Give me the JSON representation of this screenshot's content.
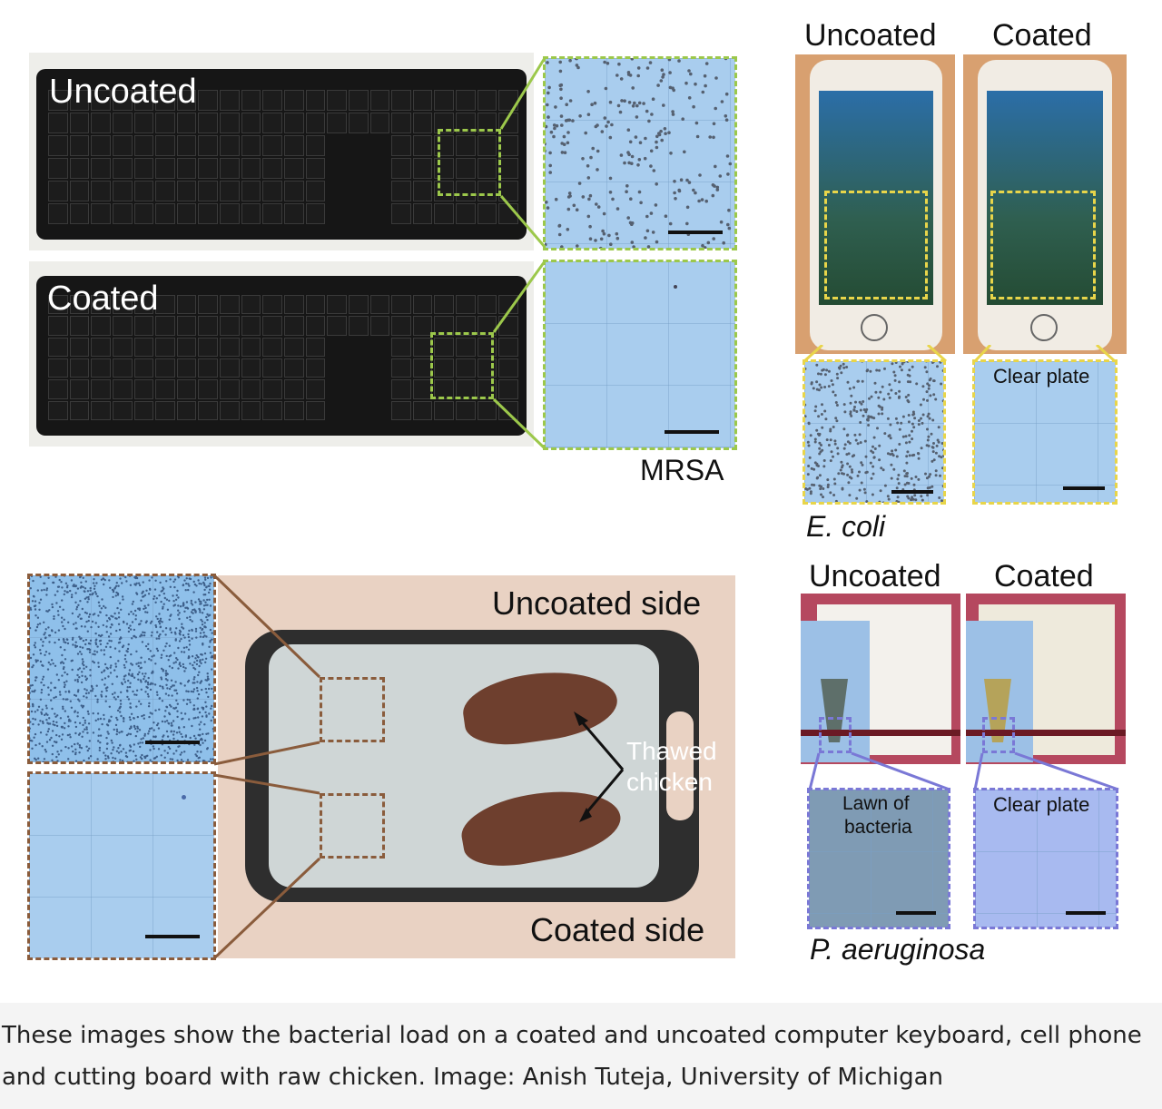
{
  "figure": {
    "keyboard_panel": {
      "uncoated_label": "Uncoated",
      "coated_label": "Coated",
      "organism_label": "MRSA"
    },
    "phone_panel": {
      "uncoated_label": "Uncoated",
      "coated_label": "Coated",
      "clear_plate_label": "Clear plate",
      "organism_label": "E. coli"
    },
    "cutting_board_panel": {
      "uncoated_side_label": "Uncoated side",
      "coated_side_label": "Coated side",
      "chicken_label_line1": "Thawed",
      "chicken_label_line2": "chicken"
    },
    "towel_panel": {
      "uncoated_label": "Uncoated",
      "coated_label": "Coated",
      "lawn_label_line1": "Lawn of",
      "lawn_label_line2": "bacteria",
      "clear_plate_label": "Clear plate",
      "organism_label": "P. aeruginosa"
    }
  },
  "caption": "These images show the bacterial load on a coated and uncoated computer keyboard, cell phone and cutting board with raw chicken. Image: Anish Tuteja, University of Michigan",
  "colors": {
    "plate_blue": "#a9cdee",
    "green_dash": "#9cc84b",
    "yellow_dash": "#e8d54a",
    "brown_dash": "#8a5c3c",
    "purple_dash": "#7a78d6"
  }
}
